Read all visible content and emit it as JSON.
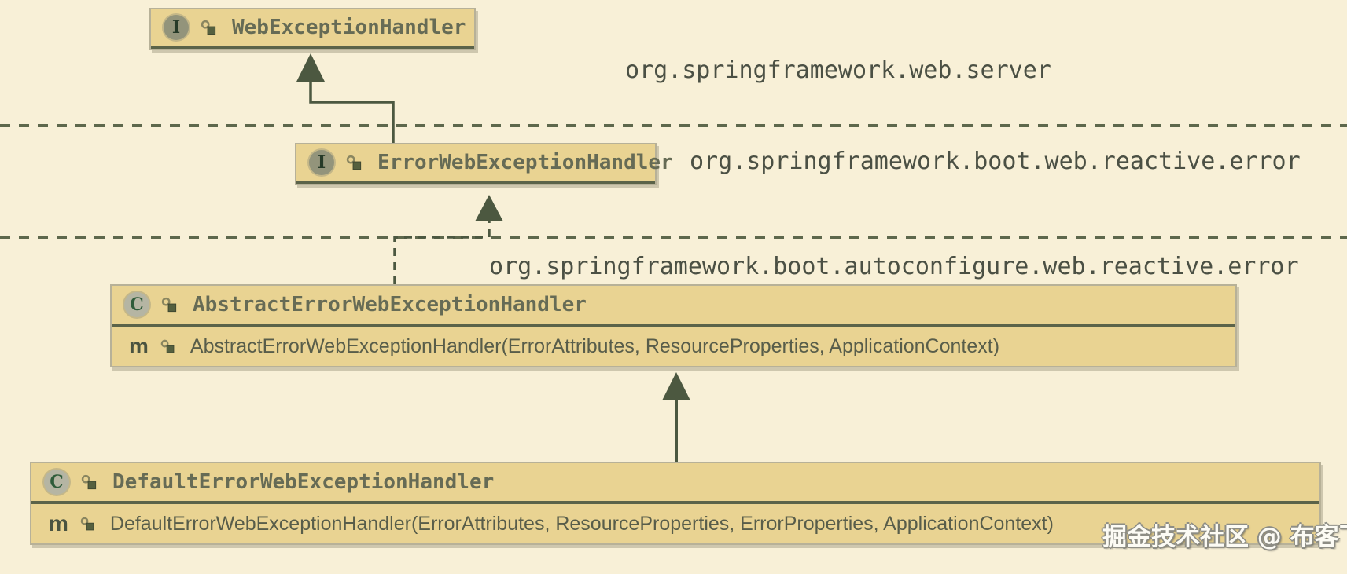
{
  "diagram": {
    "packages": [
      {
        "name": "org.springframework.web.server"
      },
      {
        "name": "org.springframework.boot.web.reactive.error"
      },
      {
        "name": "org.springframework.boot.autoconfigure.web.reactive.error"
      }
    ],
    "classes": [
      {
        "kind": "interface",
        "name": "WebExceptionHandler",
        "members": []
      },
      {
        "kind": "interface",
        "name": "ErrorWebExceptionHandler",
        "members": []
      },
      {
        "kind": "class",
        "name": "AbstractErrorWebExceptionHandler",
        "members": [
          "AbstractErrorWebExceptionHandler(ErrorAttributes, ResourceProperties, ApplicationContext)"
        ]
      },
      {
        "kind": "class",
        "name": "DefaultErrorWebExceptionHandler",
        "members": [
          "DefaultErrorWebExceptionHandler(ErrorAttributes, ResourceProperties, ErrorProperties, ApplicationContext)"
        ]
      }
    ],
    "relationships": [
      {
        "from": "ErrorWebExceptionHandler",
        "to": "WebExceptionHandler",
        "line": "solid"
      },
      {
        "from": "AbstractErrorWebExceptionHandler",
        "to": "ErrorWebExceptionHandler",
        "line": "dashed"
      },
      {
        "from": "DefaultErrorWebExceptionHandler",
        "to": "AbstractErrorWebExceptionHandler",
        "line": "solid"
      }
    ],
    "icons": {
      "interface_letter": "I",
      "class_letter": "C",
      "method_letter": "m"
    },
    "colors": {
      "background": "#f8f0d7",
      "box_fill": "#e9d392",
      "box_border": "#b7b198",
      "dark_rule": "#5b6349",
      "arrow": "#4c5840",
      "separator": "#5e684c",
      "name_text": "#666b55",
      "package_text": "#4b5044"
    },
    "watermark": "掘金技术社区 @ 布客飞龙"
  }
}
